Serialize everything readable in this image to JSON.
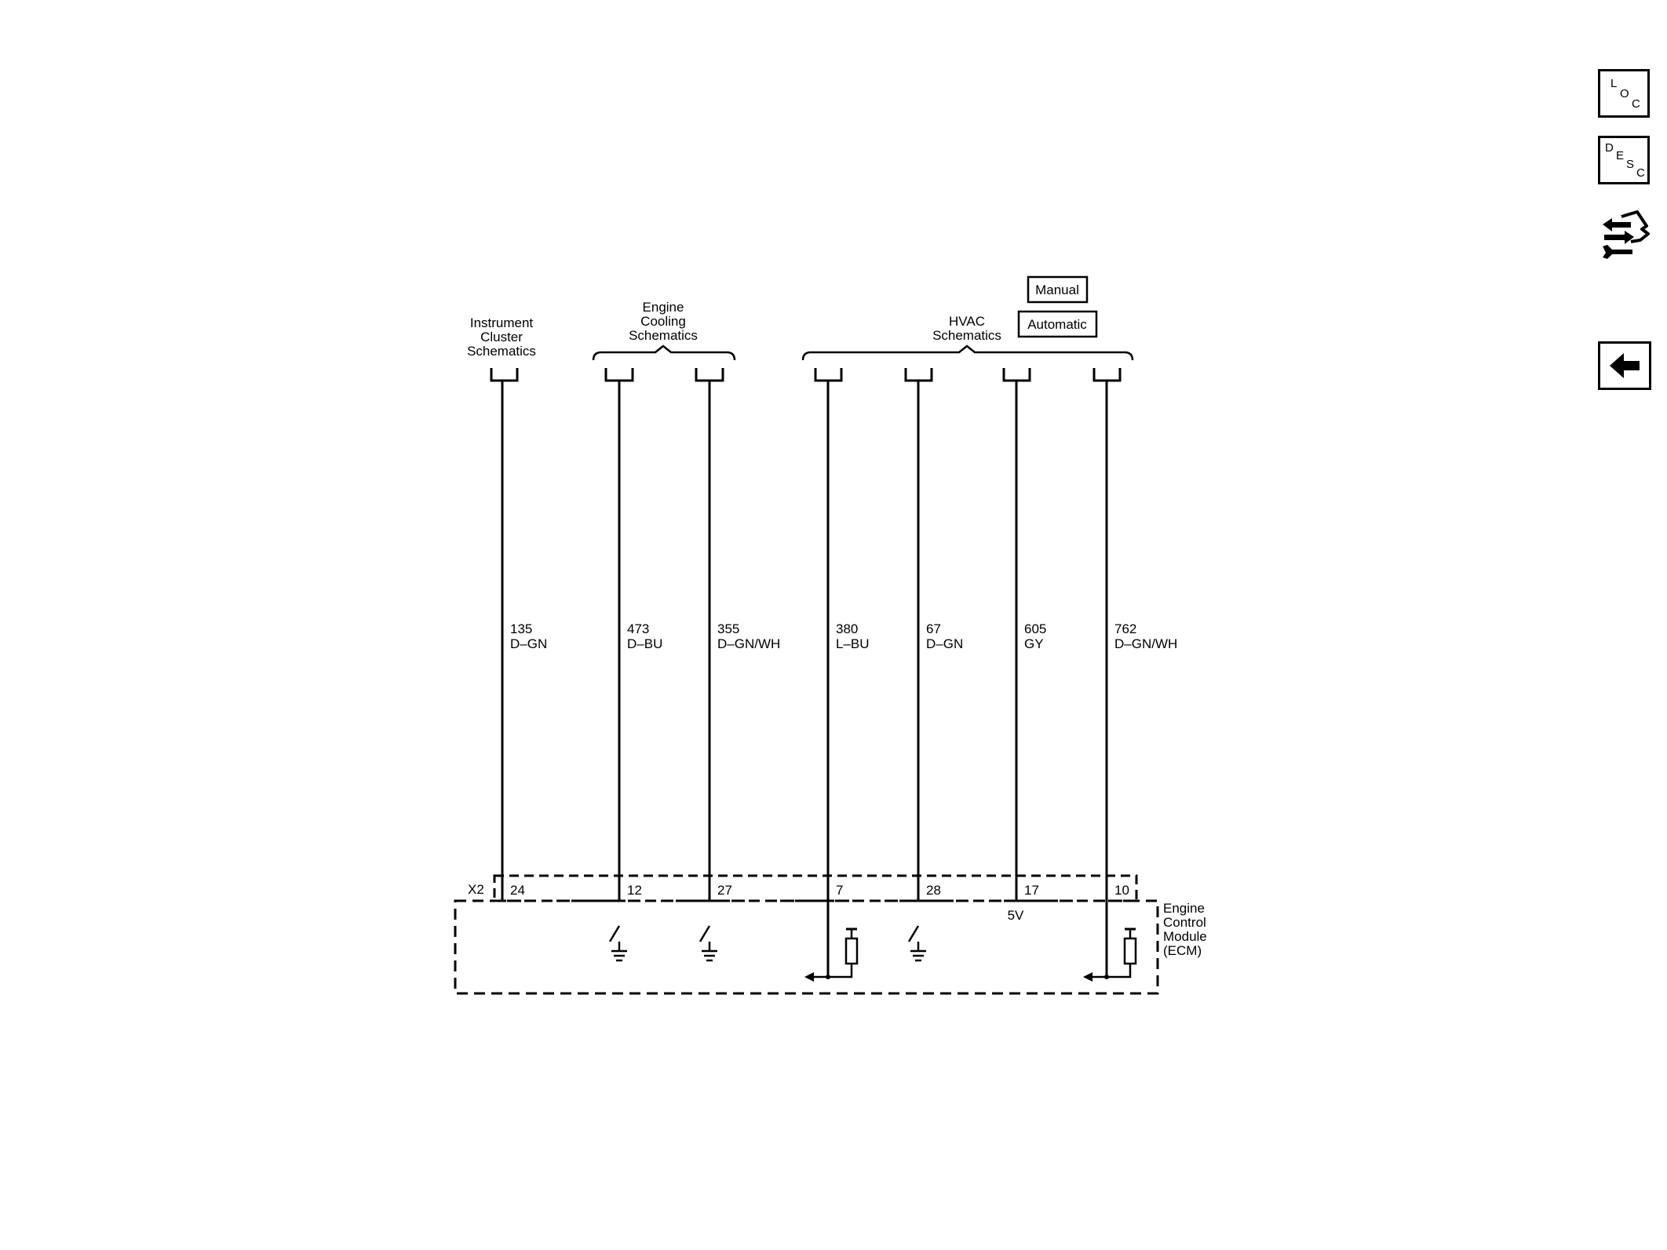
{
  "side_nav": {
    "loc": {
      "l1": "L",
      "l2": "O",
      "l3": "C"
    },
    "desc": {
      "l1": "D",
      "l2": "E",
      "l3": "S",
      "l4": "C"
    },
    "home_icon": "tools-home-icon",
    "back_icon": "left-arrow-icon"
  },
  "headers": {
    "instrument": [
      "Instrument",
      "Cluster",
      "Schematics"
    ],
    "cooling": [
      "Engine",
      "Cooling",
      "Schematics"
    ],
    "hvac": [
      "HVAC",
      "Schematics"
    ]
  },
  "variant_buttons": {
    "manual": "Manual",
    "automatic": "Automatic"
  },
  "connector_label": "X2",
  "wires": [
    {
      "circuit": "135",
      "color": "D–GN",
      "pin": "24"
    },
    {
      "circuit": "473",
      "color": "D–BU",
      "pin": "12"
    },
    {
      "circuit": "355",
      "color": "D–GN/WH",
      "pin": "27"
    },
    {
      "circuit": "380",
      "color": "L–BU",
      "pin": "7"
    },
    {
      "circuit": "67",
      "color": "D–GN",
      "pin": "28"
    },
    {
      "circuit": "605",
      "color": "GY",
      "pin": "17"
    },
    {
      "circuit": "762",
      "color": "D–GN/WH",
      "pin": "10"
    }
  ],
  "reference_voltage": "5V",
  "ecm_label": [
    "Engine",
    "Control",
    "Module",
    "(ECM)"
  ]
}
